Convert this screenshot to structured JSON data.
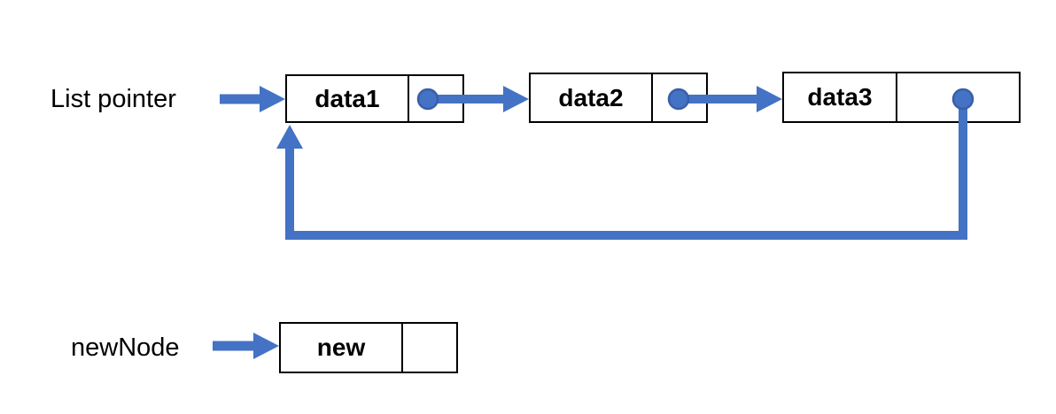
{
  "labels": {
    "list_pointer": "List pointer",
    "new_node": "newNode"
  },
  "nodes": [
    {
      "data": "data1"
    },
    {
      "data": "data2"
    },
    {
      "data": "data3"
    }
  ],
  "new_node_box": {
    "data": "new"
  },
  "colors": {
    "arrow_blue": "#4472C4",
    "circle_outline": "#3A5EA8",
    "box_border": "#000000",
    "background": "#FFFFFF",
    "text": "#000000"
  }
}
